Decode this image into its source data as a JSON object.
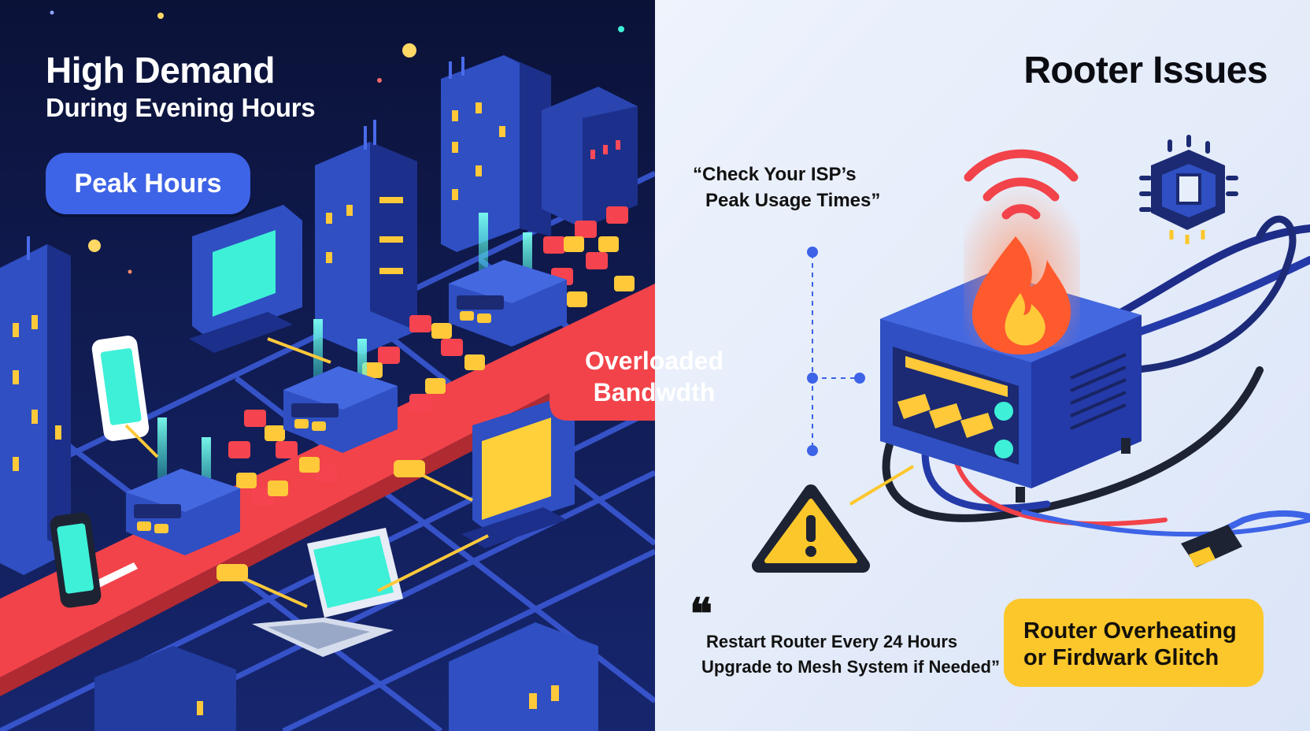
{
  "left_panel": {
    "title": "High Demand",
    "subtitle": "During Evening Hours",
    "pill": "Peak Hours"
  },
  "callout": {
    "line1": "Overloaded",
    "line2": "Bandwdth"
  },
  "right_panel": {
    "title": "Rooter Issues",
    "isp_tip_line1": "“Check Your ISP’s",
    "isp_tip_line2": "Peak Usage Times”",
    "quote_glyph": "❝",
    "restart_tip_line1": "Restart Router Every 24 Hours",
    "restart_tip_line2": "Upgrade to Mesh System if Needed”",
    "overheat_line1": "Router Overheating",
    "overheat_line2": "or Firdwark Glitch"
  },
  "colors": {
    "night_bg": "#0f1a4a",
    "building": "#2f4fc2",
    "building_dark": "#1c2f8a",
    "red_lane": "#f2434a",
    "yellow": "#fcc72b",
    "cyan": "#3ef0d8",
    "pill_blue": "#3d63e6",
    "light_bg": "#e6eefb"
  },
  "icons": [
    "router-icon",
    "monitor-icon",
    "phone-icon",
    "laptop-icon",
    "flame-icon",
    "wifi-signal-icon",
    "warning-triangle-icon",
    "chip-icon",
    "cable-plug-icon",
    "quote-icon"
  ]
}
